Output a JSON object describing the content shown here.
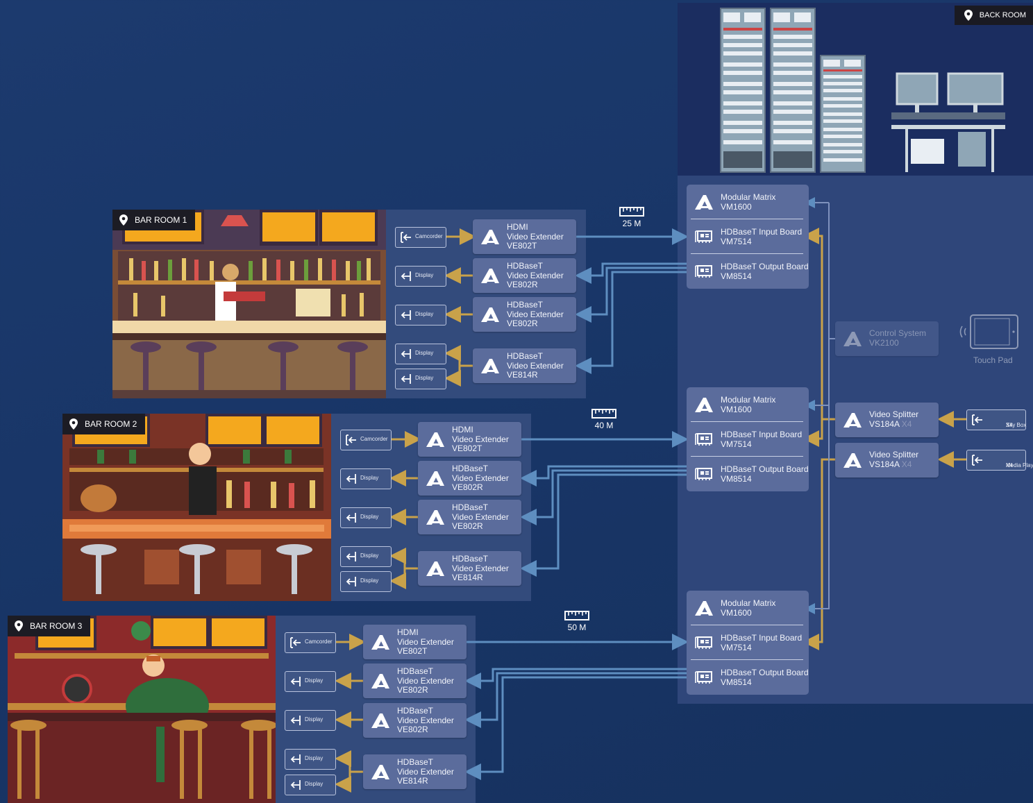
{
  "back_room": {
    "label": "BACK ROOM"
  },
  "rooms": [
    {
      "label": "BAR ROOM 1",
      "distance": "25 M"
    },
    {
      "label": "BAR ROOM 2",
      "distance": "40 M"
    },
    {
      "label": "BAR ROOM 3",
      "distance": "50 M"
    }
  ],
  "io": {
    "camcorder": "Camcorder",
    "display": "Display"
  },
  "extenders": {
    "tx": [
      "HDMI",
      "Video Extender",
      "VE802T"
    ],
    "rx": [
      "HDBaseT",
      "Video Extender",
      "VE802R"
    ],
    "rx814": [
      "HDBaseT",
      "Video Extender",
      "VE814R"
    ]
  },
  "matrix": {
    "main": [
      "Modular Matrix",
      "VM1600"
    ],
    "input": [
      "HDBaseT Input Board",
      "VM7514"
    ],
    "output": [
      "HDBaseT Output Board",
      "VM8514"
    ]
  },
  "control": {
    "name": [
      "Control System",
      "VK2100"
    ],
    "touch_pad": "Touch Pad"
  },
  "splitter": {
    "line1": "Video Splitter",
    "line2": "VS184A",
    "x4": "X4"
  },
  "sources": [
    {
      "label": "Sky Box",
      "x4": "X4"
    },
    {
      "label": "Media Player",
      "x4": "X4"
    }
  ],
  "colors": {
    "background": "#1b3769",
    "panel": "#334b7c",
    "device": "#5b6c9c",
    "gold_arrow": "#c9a24a",
    "blue_line": "#5e8ec0"
  }
}
